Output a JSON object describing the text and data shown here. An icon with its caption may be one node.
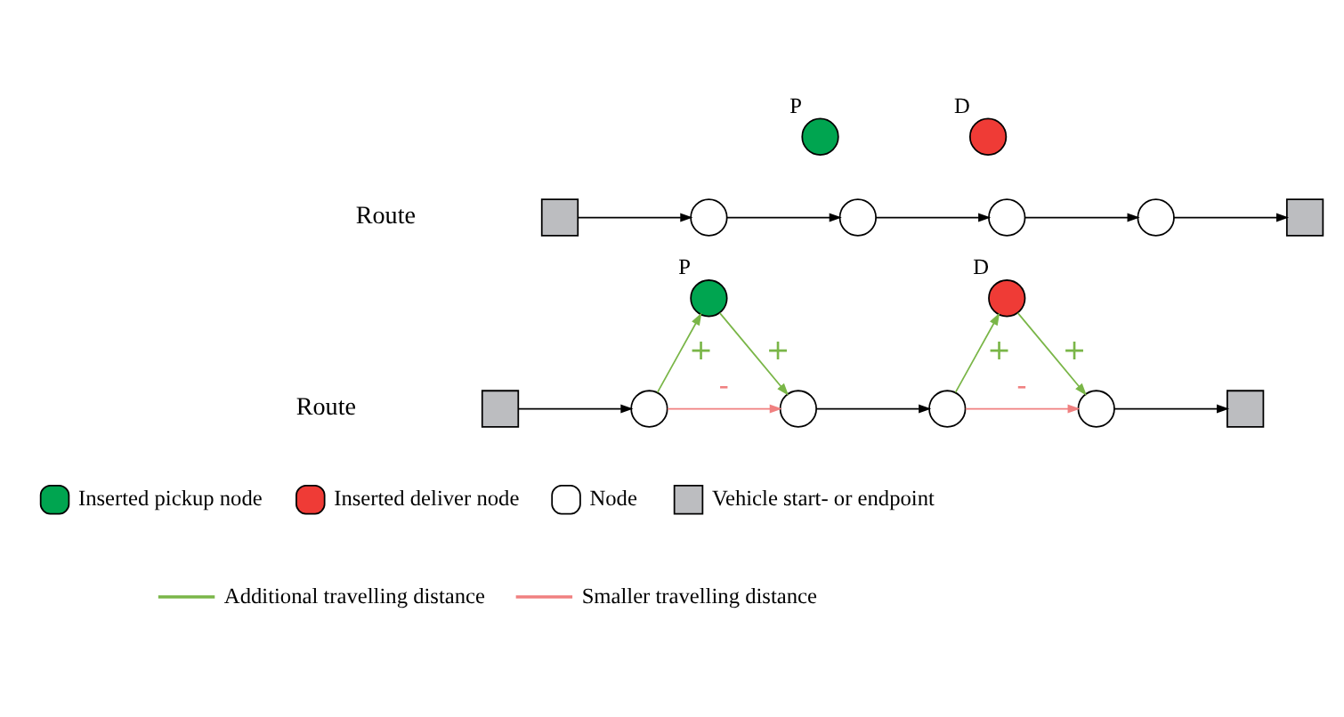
{
  "diagram": {
    "nodes": [
      {
        "text": [
          "P"
        ]
      },
      {
        "text": [
          "D"
        ]
      },
      {
        "text": [],
        "shape": "box"
      },
      {
        "text": [],
        "shape": "circle"
      },
      {
        "text": [],
        "shape": "circle"
      },
      {
        "text": [],
        "shape": "circle"
      },
      {
        "text": [],
        "shape": "circle"
      },
      {
        "text": [],
        "shape": "box"
      },
      {
        "text": [
          "P"
        ]
      },
      {
        "text": [
          "D"
        ]
      },
      {
        "text": [],
        "shape": "box"
      },
      {
        "text": [],
        "shape": "circle"
      },
      {
        "text": [],
        "shape": "circle"
      },
      {
        "text": [],
        "shape": "circle"
      },
      {
        "text": [],
        "shape": "circle"
      },
      {
        "text": [],
        "shape": "box"
      }
    ],
    "edges": [
      {
        "from": 2,
        "to": 3,
        "arrow": "to"
      },
      {
        "from": 3,
        "to": 4,
        "arrow": "to"
      },
      {
        "from": 4,
        "to": 5,
        "arrow": "to"
      },
      {
        "from": 5,
        "to": 6,
        "arrow": "to"
      },
      {
        "from": 6,
        "to": 7,
        "arrow": "to"
      },
      {
        "from": 10,
        "to": 11,
        "arrow": "to"
      },
      {
        "from": 11,
        "to": 8,
        "arrow": "to",
        "label": "+",
        "color": "#7ab648"
      },
      {
        "from": 8,
        "to": 12,
        "arrow": "to",
        "label": "+",
        "color": "#7ab648"
      },
      {
        "from": 11,
        "to": 12,
        "arrow": "to",
        "label": "-",
        "color": "#f08080"
      },
      {
        "from": 12,
        "to": 13,
        "arrow": "to"
      },
      {
        "from": 13,
        "to": 9,
        "arrow": "to",
        "label": "+",
        "color": "#7ab648"
      },
      {
        "from": 9,
        "to": 14,
        "arrow": "to",
        "label": "+",
        "color": "#7ab648"
      },
      {
        "from": 13,
        "to": 14,
        "arrow": "to",
        "label": "-",
        "color": "#f08080"
      },
      {
        "from": 14,
        "to": 15,
        "arrow": "to"
      }
    ],
    "labels": [
      "Route",
      "Route"
    ],
    "legend": [
      {
        "text": "Inserted pickup node",
        "color": "#00a550"
      },
      {
        "text": "Inserted deliver node",
        "color": "#ef3b36"
      },
      {
        "text": "Node",
        "color": "#ffffff"
      },
      {
        "text": "Vehicle start- or endpoint",
        "color": "#bcbdc0"
      },
      {
        "text": "Additional travelling distance"
      },
      {
        "text": "Smaller travelling distance"
      }
    ]
  }
}
